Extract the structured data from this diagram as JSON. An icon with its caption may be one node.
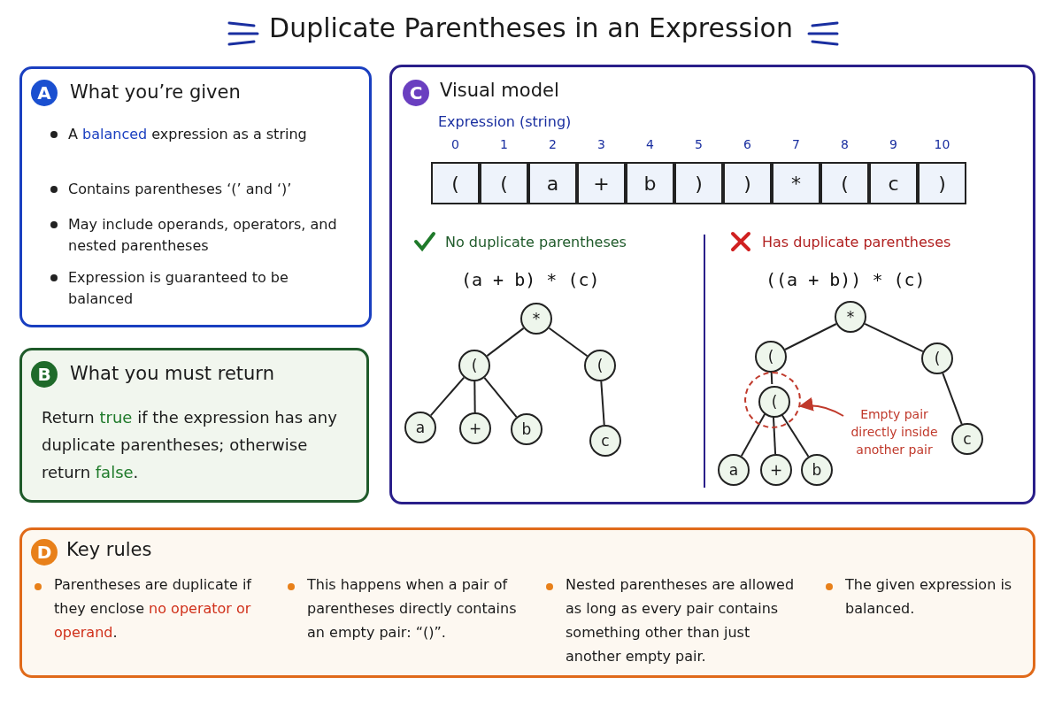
{
  "diagram": {
    "title": "Duplicate Parentheses in an Expression",
    "nodes": [
      {
        "text": [
          "What you’re given",
          "A **balanced** expression as a string",
          "Contains parentheses ‘(’ and ‘)’",
          "May include operands, operators, and nested parentheses",
          "Expression is guaranteed to be balanced"
        ]
      },
      {
        "text": [
          "A"
        ],
        "in": 0
      },
      {
        "text": [
          "What you must return",
          "Return **true** if the expression has any duplicate parentheses; otherwise return **false**."
        ]
      },
      {
        "text": [
          "B"
        ],
        "in": 2
      },
      {
        "text": [
          "Visual model"
        ]
      },
      {
        "text": [
          "C"
        ],
        "in": 4
      },
      {
        "text": [
          "("
        ],
        "in": 4,
        "beside": [
          "0"
        ]
      },
      {
        "text": [
          "("
        ],
        "in": 4,
        "beside": [
          "1"
        ]
      },
      {
        "text": [
          "a"
        ],
        "in": 4,
        "beside": [
          "2"
        ]
      },
      {
        "text": [
          "+"
        ],
        "in": 4,
        "beside": [
          "3"
        ]
      },
      {
        "text": [
          "b"
        ],
        "in": 4,
        "beside": [
          "4"
        ]
      },
      {
        "text": [
          ")"
        ],
        "in": 4,
        "beside": [
          "5"
        ]
      },
      {
        "text": [
          ")"
        ],
        "in": 4,
        "beside": [
          "6"
        ]
      },
      {
        "text": [
          "*"
        ],
        "in": 4,
        "beside": [
          "7"
        ]
      },
      {
        "text": [
          "("
        ],
        "in": 4,
        "beside": [
          "8"
        ]
      },
      {
        "text": [
          "c"
        ],
        "in": 4,
        "beside": [
          "9"
        ]
      },
      {
        "text": [
          ")"
        ],
        "in": 4,
        "beside": [
          "10"
        ]
      },
      {
        "text": [
          "*"
        ],
        "in": 4
      },
      {
        "text": [
          "("
        ],
        "in": 4
      },
      {
        "text": [
          "("
        ],
        "in": 4
      },
      {
        "text": [
          "a"
        ],
        "in": 4
      },
      {
        "text": [
          "+"
        ],
        "in": 4
      },
      {
        "text": [
          "b"
        ],
        "in": 4
      },
      {
        "text": [
          "c"
        ],
        "in": 4
      },
      {
        "text": [
          "*"
        ],
        "in": 4
      },
      {
        "text": [
          "("
        ],
        "in": 4
      },
      {
        "text": [
          "("
        ],
        "in": 4
      },
      {
        "text": [],
        "shape": "circle",
        "in": 4
      },
      {
        "text": [
          "("
        ],
        "in": 27
      },
      {
        "text": [
          "a"
        ],
        "in": 4
      },
      {
        "text": [
          "+"
        ],
        "in": 4
      },
      {
        "text": [
          "b"
        ],
        "in": 4
      },
      {
        "text": [
          "c"
        ],
        "in": 4
      },
      {
        "text": [
          "Empty pair directly inside another pair"
        ],
        "in": 4
      },
      {
        "text": [
          "Key rules",
          "Parentheses are duplicate if they enclose **no operator or operand**.",
          "This happens when a pair of parentheses directly contains an empty pair: “()”.",
          "Nested parentheses are allowed as long as every pair contains something other than just another empty pair.",
          "The given expression is balanced."
        ]
      },
      {
        "text": [
          "D"
        ],
        "in": 34
      }
    ],
    "edges": [
      {
        "from": 17,
        "to": 18,
        "arrow": "none"
      },
      {
        "from": 17,
        "to": 19,
        "arrow": "none"
      },
      {
        "from": 18,
        "to": 20,
        "arrow": "none"
      },
      {
        "from": 18,
        "to": 21,
        "arrow": "none"
      },
      {
        "from": 18,
        "to": 22,
        "arrow": "none"
      },
      {
        "from": 19,
        "to": 23,
        "arrow": "none"
      },
      {
        "from": 24,
        "to": 25,
        "arrow": "none"
      },
      {
        "from": 24,
        "to": 26,
        "arrow": "none"
      },
      {
        "from": 25,
        "to": 28,
        "arrow": "none"
      },
      {
        "from": 28,
        "to": 29,
        "arrow": "none"
      },
      {
        "from": 28,
        "to": 30,
        "arrow": "none"
      },
      {
        "from": 28,
        "to": 31,
        "arrow": "none"
      },
      {
        "from": 26,
        "to": 32,
        "arrow": "none"
      },
      {
        "from": 33,
        "to": 27,
        "arrow": "to",
        "color": "#c0392b"
      }
    ],
    "labels": [
      "Expression (string)",
      "No duplicate parentheses",
      "(a + b) * (c)",
      "Has duplicate parentheses",
      "((a + b)) * (c)"
    ]
  }
}
